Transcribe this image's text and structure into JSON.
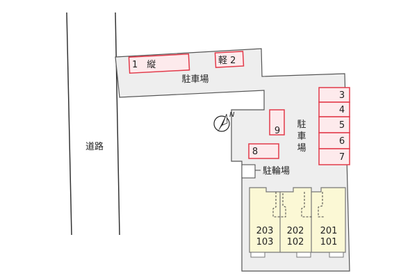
{
  "road_label": "道路",
  "parking_lot_label_top": "駐車場",
  "parking_lot_label_right": [
    "駐",
    "車",
    "場"
  ],
  "bicycle_parking_label": "駐輪場",
  "compass_label": "N",
  "parking_spaces": [
    {
      "id": "1",
      "text": "1　縦"
    },
    {
      "id": "kei2",
      "text": "軽 2"
    },
    {
      "id": "3",
      "text": "3"
    },
    {
      "id": "4",
      "text": "4"
    },
    {
      "id": "5",
      "text": "5"
    },
    {
      "id": "6",
      "text": "6"
    },
    {
      "id": "7",
      "text": "7"
    },
    {
      "id": "8",
      "text": "8"
    },
    {
      "id": "9",
      "text": "9"
    }
  ],
  "units": [
    {
      "upper": "203",
      "lower": "103"
    },
    {
      "upper": "202",
      "lower": "102"
    },
    {
      "upper": "201",
      "lower": "101"
    }
  ],
  "colors": {
    "lot_fill": "#eeeeee",
    "lot_stroke": "#555555",
    "space_stroke": "#e23a4a",
    "space_fill": "#fdeaec",
    "building_fill": "#fbf8d5",
    "building_stroke": "#777777"
  }
}
